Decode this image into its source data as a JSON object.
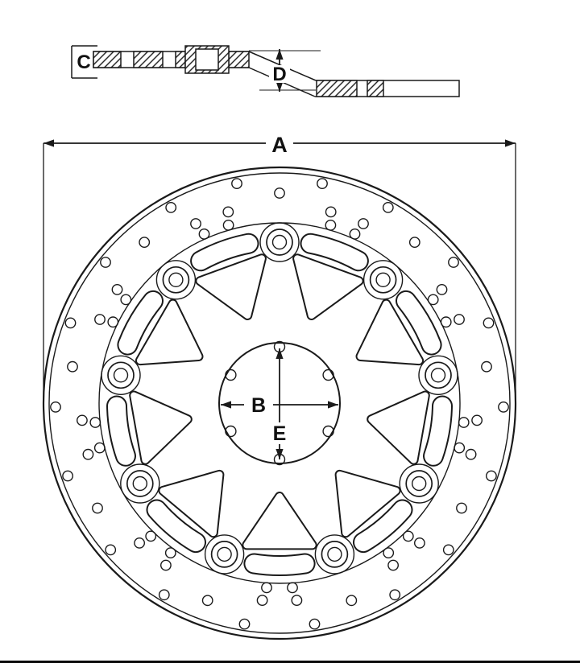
{
  "diagram": {
    "labels": {
      "A": "A",
      "B": "B",
      "C": "C",
      "D": "D",
      "E": "E"
    },
    "colors": {
      "line": "#1a1a1a",
      "background": "#ffffff"
    }
  }
}
